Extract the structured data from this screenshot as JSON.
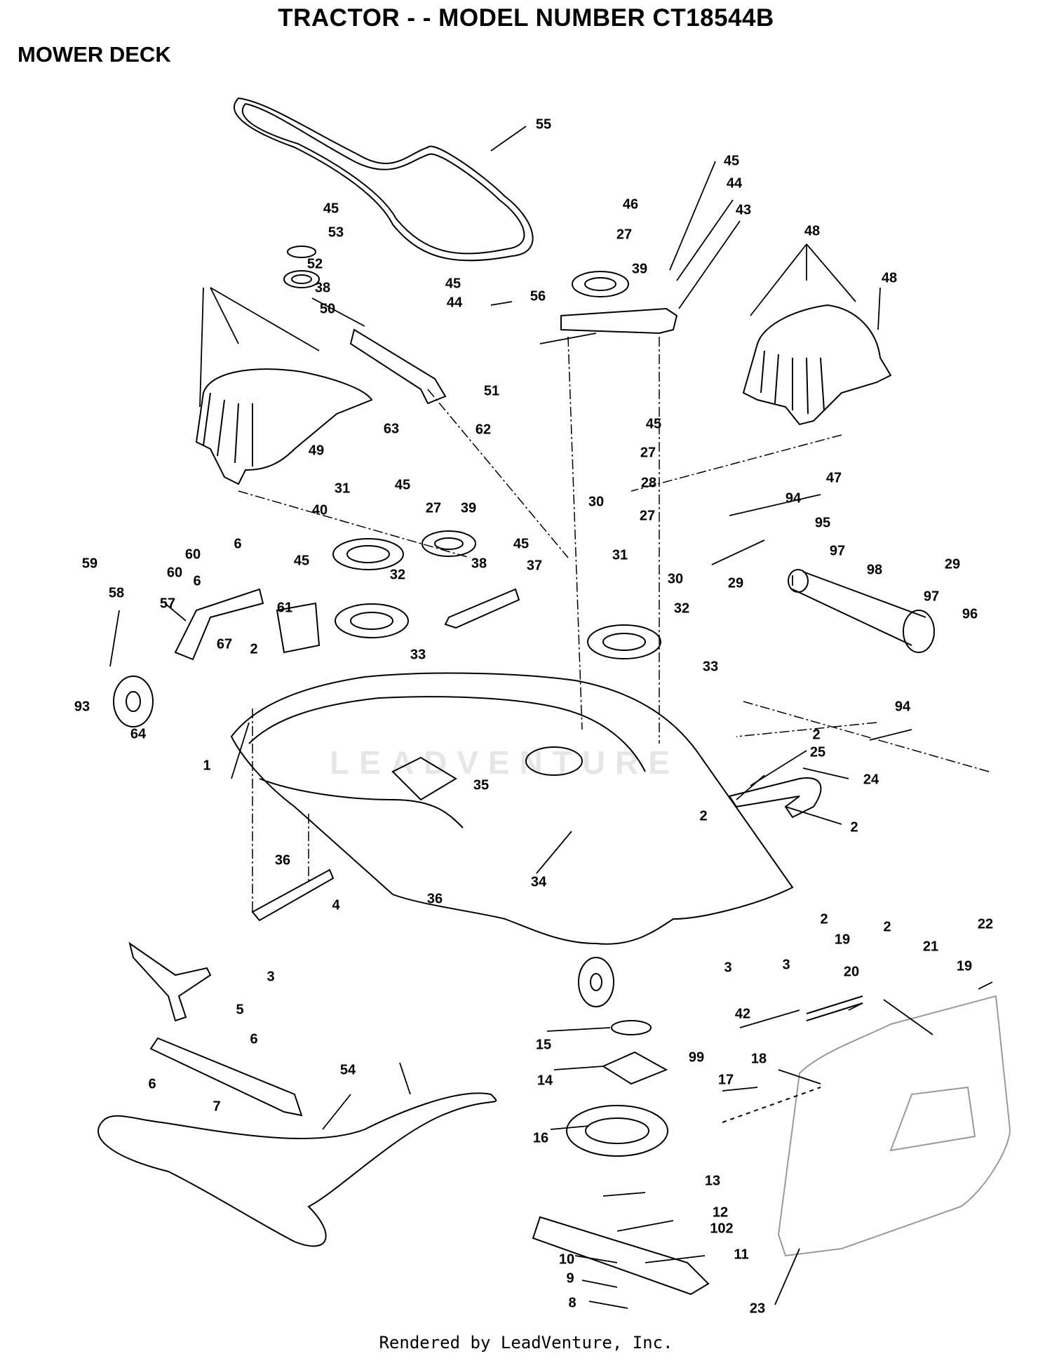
{
  "header": {
    "title": "TRACTOR - - MODEL NUMBER CT18544B",
    "section": "MOWER DECK"
  },
  "footer": {
    "credit": "Rendered by LeadVenture, Inc."
  },
  "watermark": "LEADVENTURE",
  "labels": [
    "55",
    "45",
    "46",
    "27",
    "39",
    "44",
    "43",
    "48",
    "48",
    "53",
    "52",
    "38",
    "50",
    "56",
    "45",
    "45",
    "44",
    "51",
    "63",
    "62",
    "49",
    "47",
    "45",
    "27",
    "28",
    "27",
    "31",
    "40",
    "45",
    "27",
    "39",
    "30",
    "94",
    "95",
    "97",
    "98",
    "29",
    "97",
    "29",
    "96",
    "59",
    "60",
    "6",
    "60",
    "6",
    "58",
    "57",
    "45",
    "61",
    "38",
    "45",
    "37",
    "31",
    "30",
    "32",
    "32",
    "33",
    "33",
    "93",
    "67",
    "64",
    "2",
    "1",
    "35",
    "2",
    "25",
    "24",
    "2",
    "2",
    "94",
    "36",
    "34",
    "4",
    "36",
    "3",
    "3",
    "3",
    "42",
    "99",
    "2",
    "19",
    "2",
    "21",
    "22",
    "20",
    "19",
    "5",
    "6",
    "6",
    "7",
    "54",
    "15",
    "14",
    "18",
    "17",
    "16",
    "13",
    "12",
    "102",
    "11",
    "10",
    "9",
    "8",
    "23"
  ]
}
